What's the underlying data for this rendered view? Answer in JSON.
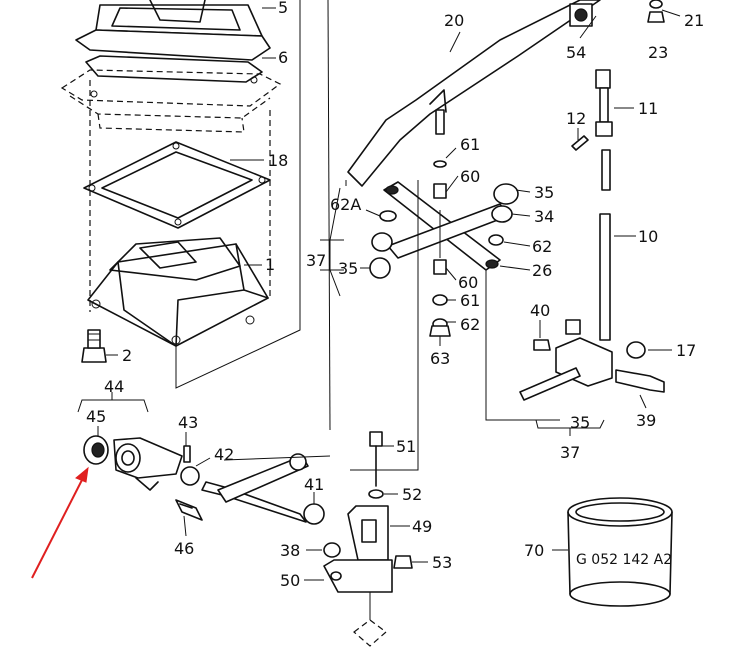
{
  "arrow_color": "#e02020",
  "line_color": "#111111",
  "part_labels": {
    "l1": "1",
    "l2": "2",
    "l5": "5",
    "l6": "6",
    "l10": "10",
    "l11": "11",
    "l12": "12",
    "l17": "17",
    "l18": "18",
    "l20": "20",
    "l21": "21",
    "l23": "23",
    "l26": "26",
    "l34": "34",
    "l35a": "35",
    "l35b": "35",
    "l35c": "35",
    "l37a": "37",
    "l37b": "37",
    "l38": "38",
    "l39": "39",
    "l40": "40",
    "l41": "41",
    "l42": "42",
    "l43": "43",
    "l44": "44",
    "l45": "45",
    "l46": "46",
    "l49": "49",
    "l50": "50",
    "l51": "51",
    "l52": "52",
    "l53": "53",
    "l54": "54",
    "l60a": "60",
    "l60b": "60",
    "l61a": "61",
    "l61b": "61",
    "l62a": "62",
    "l62b": "62",
    "l62A": "62A",
    "l63": "63",
    "l70": "70"
  },
  "part_70_stamp": "G 052 142 A2"
}
